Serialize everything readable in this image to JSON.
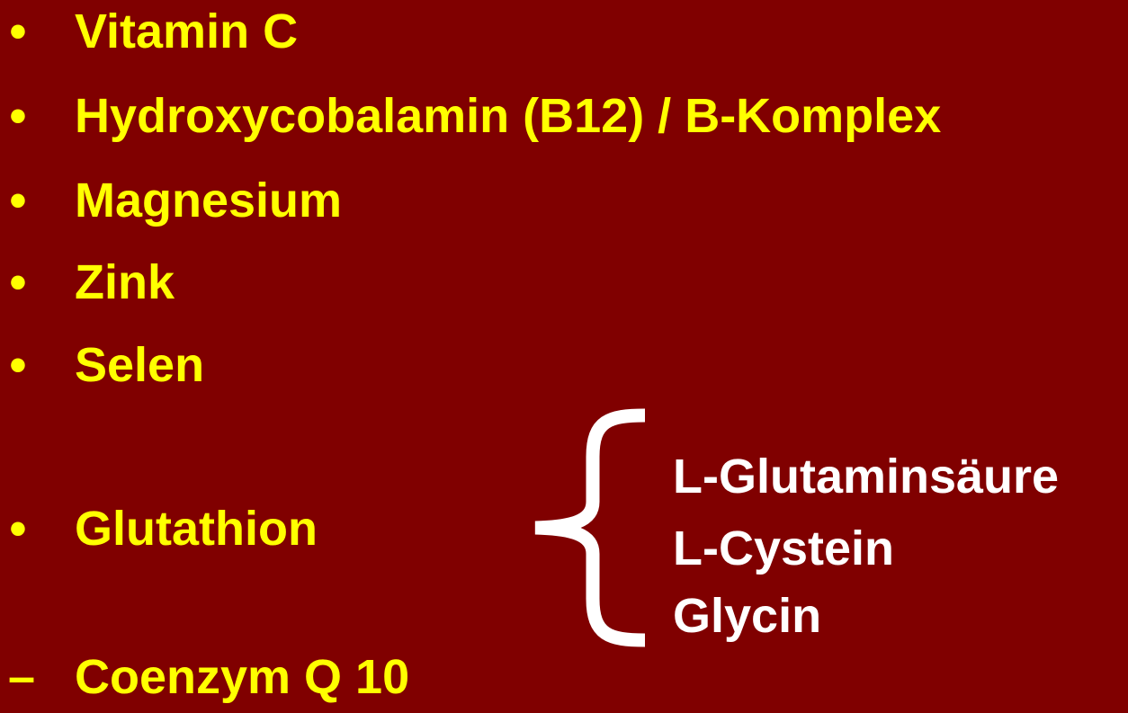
{
  "slide": {
    "bullet_symbol": "•",
    "dash_symbol": "–",
    "items": [
      "Vitamin C",
      "Hydroxycobalamin (B12) / B-Komplex",
      "Magnesium",
      "Zink",
      "Selen",
      "Glutathion"
    ],
    "last_item": "Coenzym Q 10",
    "glutathion_components": [
      "L-Glutaminsäure",
      "L-Cystein",
      "Glycin"
    ]
  },
  "colors": {
    "background": "#800000",
    "bullet_text": "#FFFF00",
    "component_text": "#FFFFFF"
  }
}
